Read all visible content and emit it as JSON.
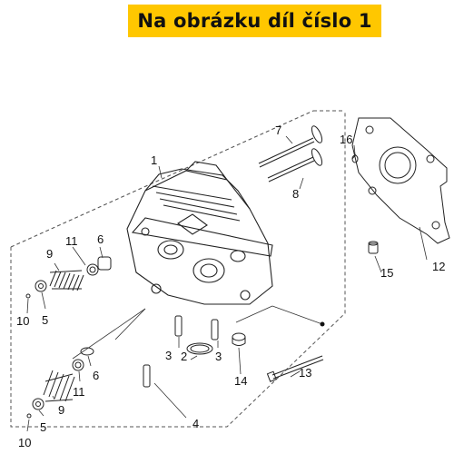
{
  "banner": {
    "text": "Na obrázku díl číslo 1",
    "background": "#ffc700"
  },
  "callouts": {
    "c1": "1",
    "c2": "2",
    "c3a": "3",
    "c3b": "3",
    "c4": "4",
    "c5a": "5",
    "c5b": "5",
    "c6a": "6",
    "c6b": "6",
    "c7": "7",
    "c8": "8",
    "c9a": "9",
    "c9b": "9",
    "c10a": "10",
    "c10b": "10",
    "c11a": "11",
    "c11b": "11",
    "c12": "12",
    "c13": "13",
    "c14": "14",
    "c15": "15",
    "c16": "16"
  }
}
